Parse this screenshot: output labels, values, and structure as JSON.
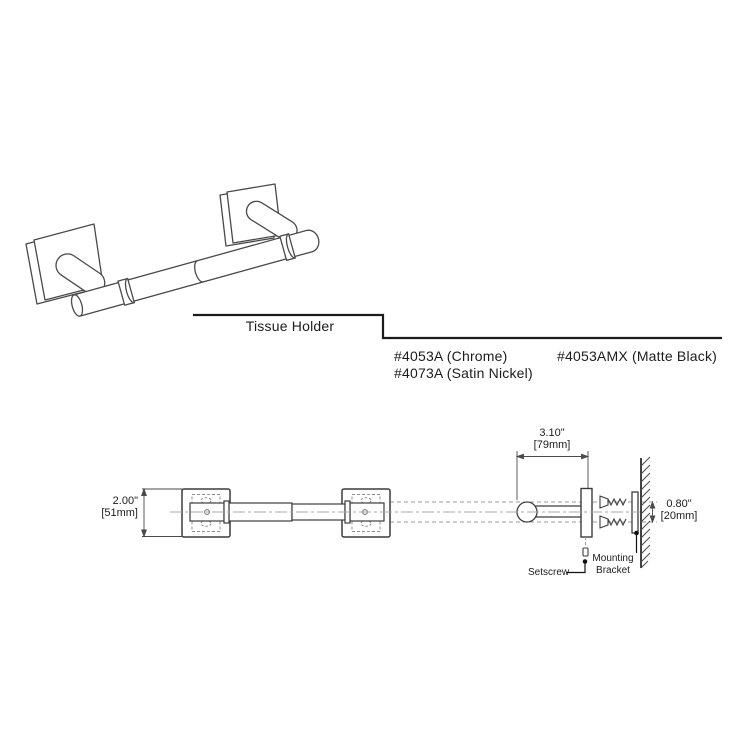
{
  "header": {
    "title": "Tissue Holder",
    "products": [
      {
        "label": "#4053A (Chrome)"
      },
      {
        "label": "#4053AMX (Matte Black)"
      },
      {
        "label": "#4073A (Satin Nickel)"
      }
    ]
  },
  "dimensions": {
    "width": {
      "inches": "2.00\"",
      "mm": "[51mm]"
    },
    "projection": {
      "inches": "3.10\"",
      "mm": "[79mm]"
    },
    "screw_spacing": {
      "inches": "0.80\"",
      "mm": "[20mm]"
    }
  },
  "callouts": {
    "setscrew": "Setscrew",
    "mounting_bracket_line1": "Mounting",
    "mounting_bracket_line2": "Bracket"
  },
  "colors": {
    "ink": "#3c3c3c",
    "hidden_line": "#9a9a9a",
    "text": "#1c1c1c"
  }
}
